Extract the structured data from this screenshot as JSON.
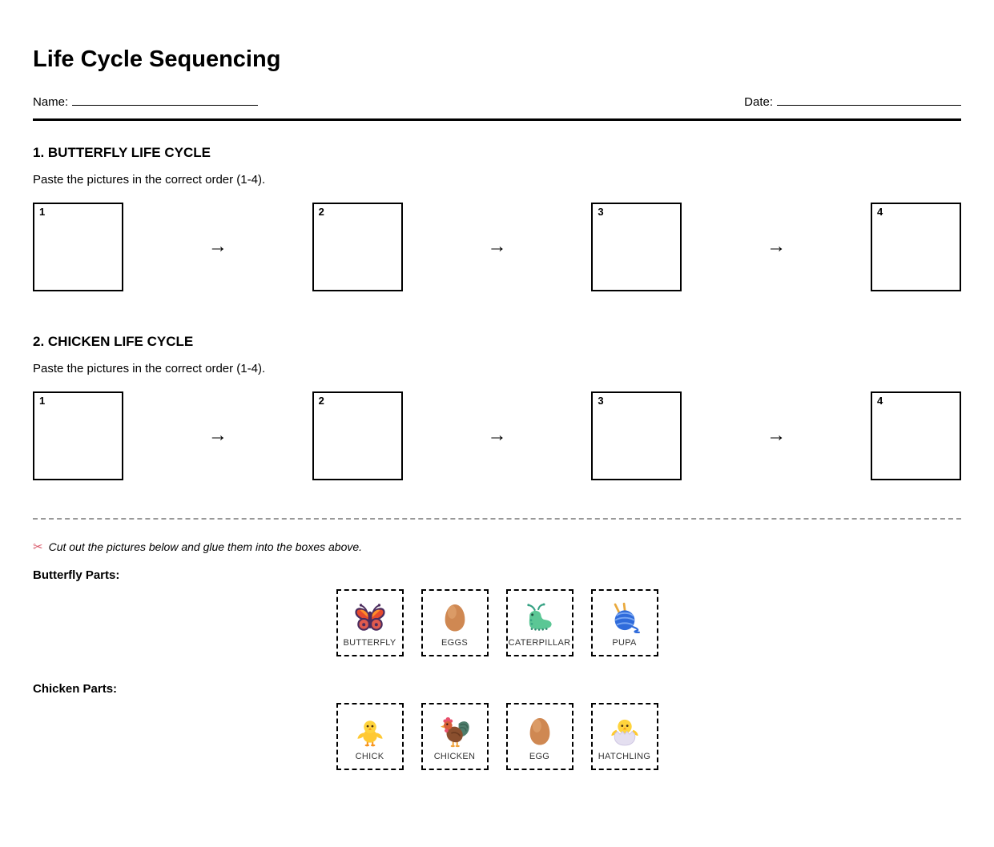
{
  "header": {
    "title": "Life Cycle Sequencing",
    "name_label": "Name:",
    "date_label": "Date:"
  },
  "sections": [
    {
      "heading": "1. BUTTERFLY LIFE CYCLE",
      "instruction": "Paste the pictures in the correct order (1-4).",
      "box_numbers": [
        "1",
        "2",
        "3",
        "4"
      ]
    },
    {
      "heading": "2. CHICKEN LIFE CYCLE",
      "instruction": "Paste the pictures in the correct order (1-4).",
      "box_numbers": [
        "1",
        "2",
        "3",
        "4"
      ]
    }
  ],
  "arrow_glyph": "→",
  "cutout": {
    "scissors_glyph": "✂",
    "instruction": "Cut out the pictures below and glue them into the boxes above.",
    "groups": [
      {
        "label": "Butterfly Parts:",
        "parts": [
          {
            "name": "BUTTERFLY",
            "icon": "butterfly-icon"
          },
          {
            "name": "EGGS",
            "icon": "egg-icon"
          },
          {
            "name": "CATERPILLAR",
            "icon": "caterpillar-icon"
          },
          {
            "name": "PUPA",
            "icon": "yarn-ball-icon"
          }
        ]
      },
      {
        "label": "Chicken Parts:",
        "parts": [
          {
            "name": "CHICK",
            "icon": "chick-icon"
          },
          {
            "name": "CHICKEN",
            "icon": "rooster-icon"
          },
          {
            "name": "EGG",
            "icon": "egg-icon"
          },
          {
            "name": "HATCHLING",
            "icon": "hatching-chick-icon"
          }
        ]
      }
    ]
  },
  "colors": {
    "scissors": "#d9596a",
    "cut_divider": "#999999",
    "box_border": "#000000"
  }
}
